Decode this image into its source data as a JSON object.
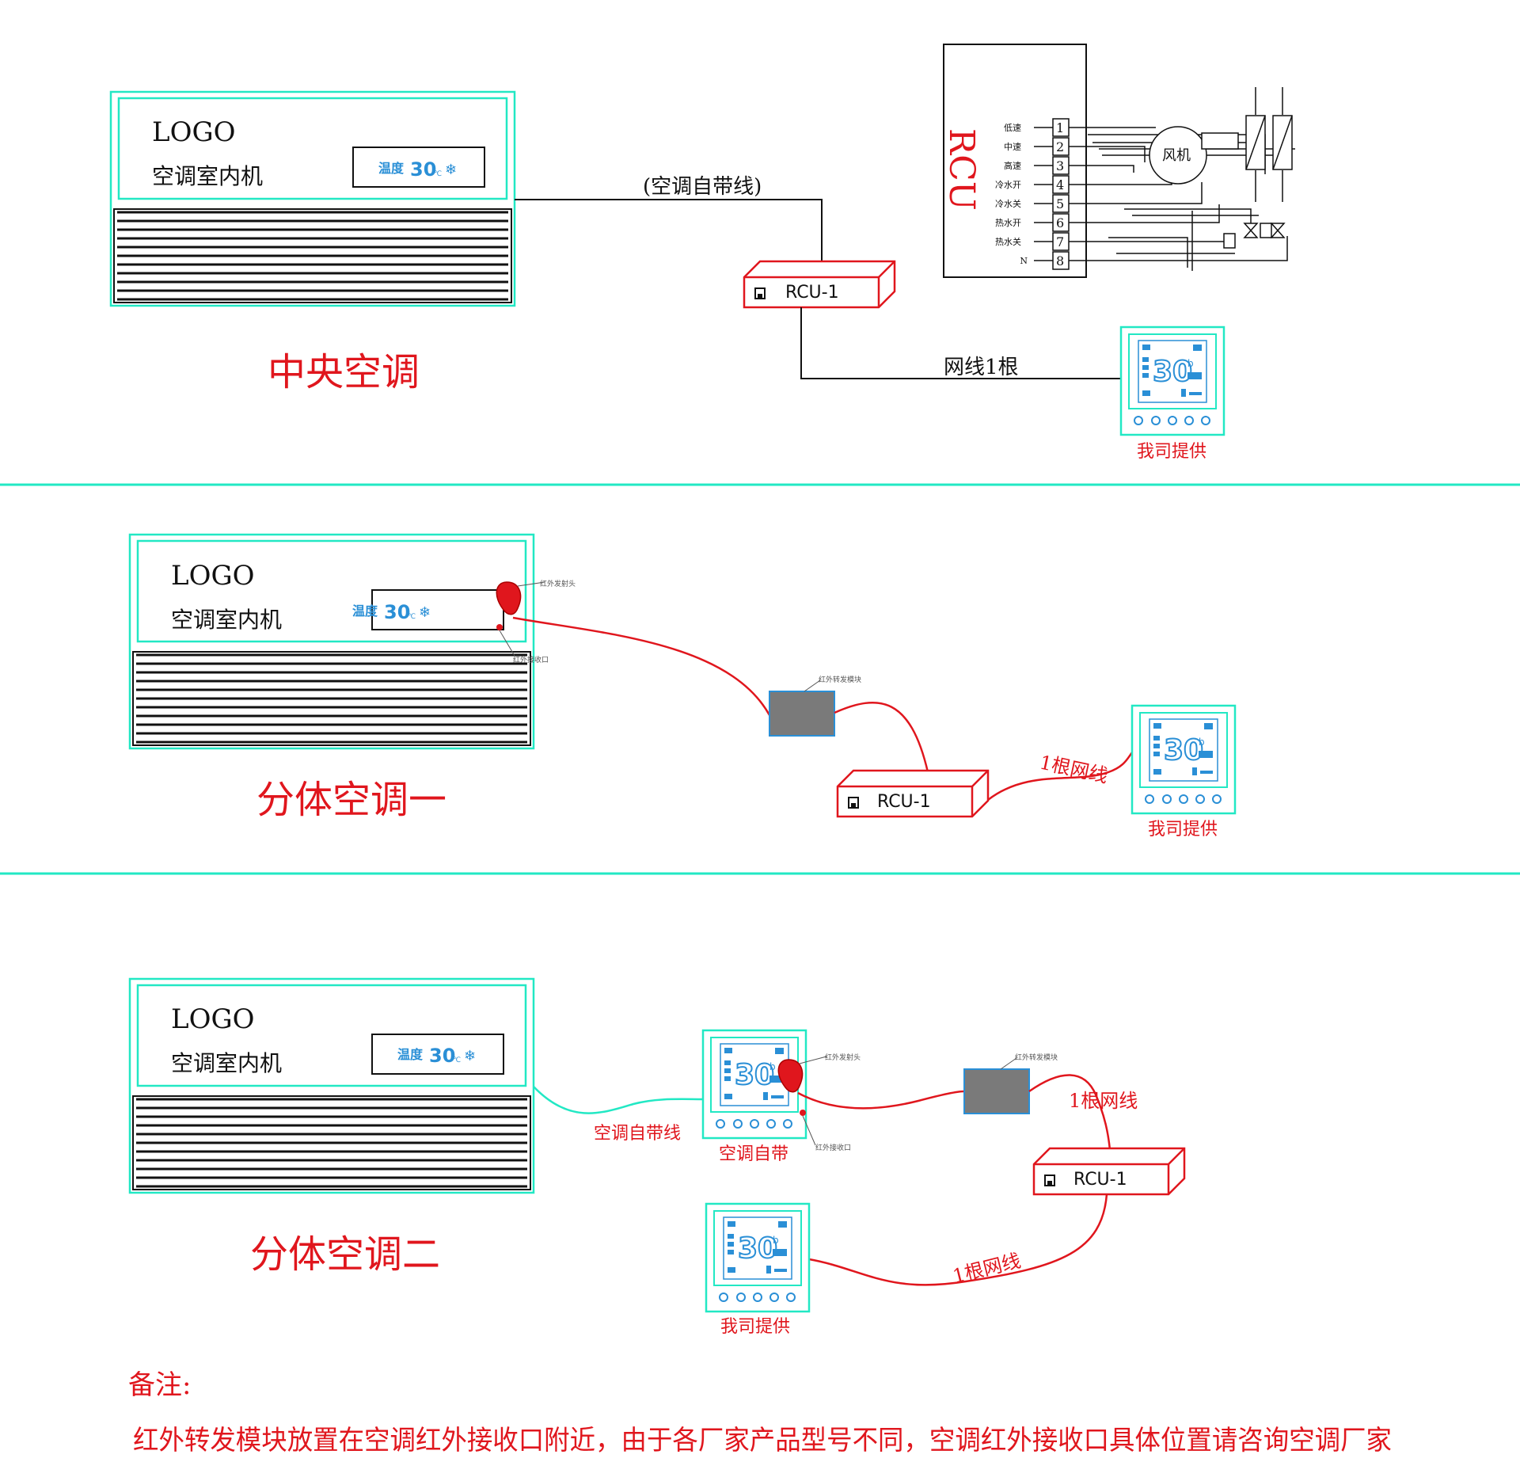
{
  "colors": {
    "cyan": "#22e8c4",
    "red": "#e0161d",
    "panel_blue": "#2a8fd6",
    "module_gray": "#7a7a7a",
    "black": "#111111"
  },
  "indoor_unit": {
    "logo": "LOGO",
    "name": "空调室内机",
    "display_label": "温度",
    "display_value": "30",
    "display_unit": "℃",
    "snow_icon": "❄"
  },
  "section1": {
    "title": "中央空调",
    "cable_label": "(空调自带线)",
    "rcu_label": "RCU-1",
    "net_label": "网线1根",
    "thermostat_caption": "我司提供",
    "rcu_panel": {
      "title": "RCU",
      "fan_label": "风机",
      "terminals": [
        {
          "num": "1",
          "label": "低速"
        },
        {
          "num": "2",
          "label": "中速"
        },
        {
          "num": "3",
          "label": "高速"
        },
        {
          "num": "4",
          "label": "冷水开"
        },
        {
          "num": "5",
          "label": "冷水关"
        },
        {
          "num": "6",
          "label": "热水开"
        },
        {
          "num": "7",
          "label": "热水关"
        },
        {
          "num": "8",
          "label": "N"
        }
      ]
    }
  },
  "section2": {
    "title": "分体空调一",
    "ir_emitter_label": "红外发射头",
    "ir_receiver_label": "红外接收口",
    "ir_module_label": "红外转发模块",
    "rcu_label": "RCU-1",
    "net_label": "1根网线",
    "thermostat_caption": "我司提供"
  },
  "section3": {
    "title": "分体空调二",
    "cable_label": "空调自带线",
    "own_panel_caption": "空调自带",
    "ir_emitter_label": "红外发射头",
    "ir_receiver_label": "红外接收口",
    "ir_module_label": "红外转发模块",
    "net_label_1": "1根网线",
    "rcu_label": "RCU-1",
    "net_label_2": "1根网线",
    "thermostat_caption": "我司提供"
  },
  "notes": {
    "title": "备注:",
    "text": "红外转发模块放置在空调红外接收口附近，由于各厂家产品型号不同，空调红外接收口具体位置请咨询空调厂家"
  }
}
